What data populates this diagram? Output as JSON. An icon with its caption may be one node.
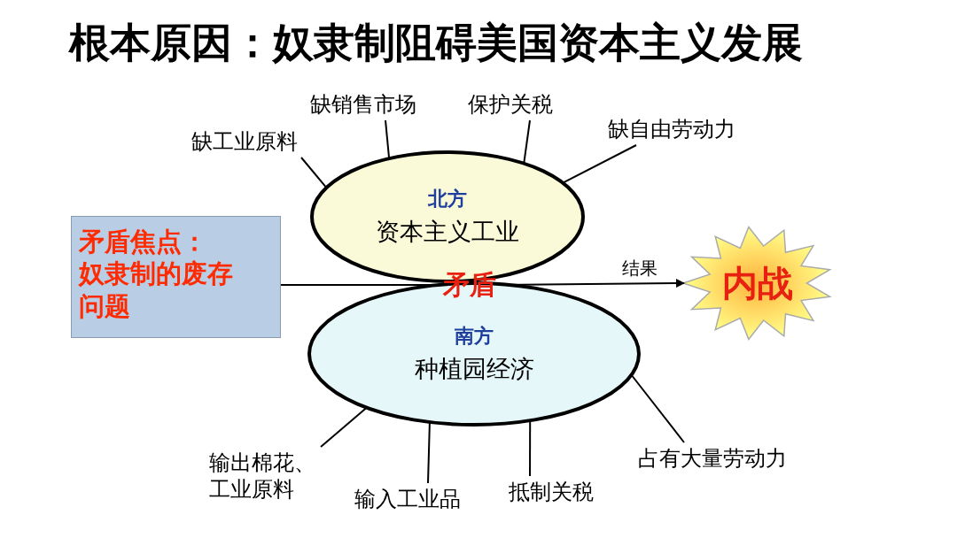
{
  "diagram": {
    "title": "根本原因：奴隶制阻碍美国资本主义发展",
    "nodes": [
      {
        "text": [
          "北方",
          "资本主义工业"
        ]
      },
      {
        "text": [
          "南方",
          "种植园经济"
        ]
      },
      {
        "text": [
          "矛盾"
        ]
      },
      {
        "text": [
          "矛盾焦点：",
          "奴隶制的废存问题"
        ]
      },
      {
        "text": [
          "内战"
        ]
      },
      {
        "text": [
          "缺工业原料"
        ]
      },
      {
        "text": [
          "缺销售市场"
        ]
      },
      {
        "text": [
          "保护关税"
        ]
      },
      {
        "text": [
          "缺自由劳动力"
        ]
      },
      {
        "text": [
          "输出棉花、工业原料"
        ]
      },
      {
        "text": [
          "输入工业品"
        ]
      },
      {
        "text": [
          "抵制关税"
        ]
      },
      {
        "text": [
          "占有大量劳动力"
        ]
      }
    ],
    "edges": [
      {
        "from": 3,
        "to": 2,
        "arrow": "none"
      },
      {
        "from": 2,
        "to": 4,
        "arrow": "to",
        "label": "结果"
      },
      {
        "from": 5,
        "to": 0,
        "arrow": "none"
      },
      {
        "from": 6,
        "to": 0,
        "arrow": "none"
      },
      {
        "from": 7,
        "to": 0,
        "arrow": "none"
      },
      {
        "from": 8,
        "to": 0,
        "arrow": "none"
      },
      {
        "from": 1,
        "to": 9,
        "arrow": "none"
      },
      {
        "from": 1,
        "to": 10,
        "arrow": "none"
      },
      {
        "from": 1,
        "to": 11,
        "arrow": "none"
      },
      {
        "from": 1,
        "to": 12,
        "arrow": "none"
      }
    ]
  }
}
